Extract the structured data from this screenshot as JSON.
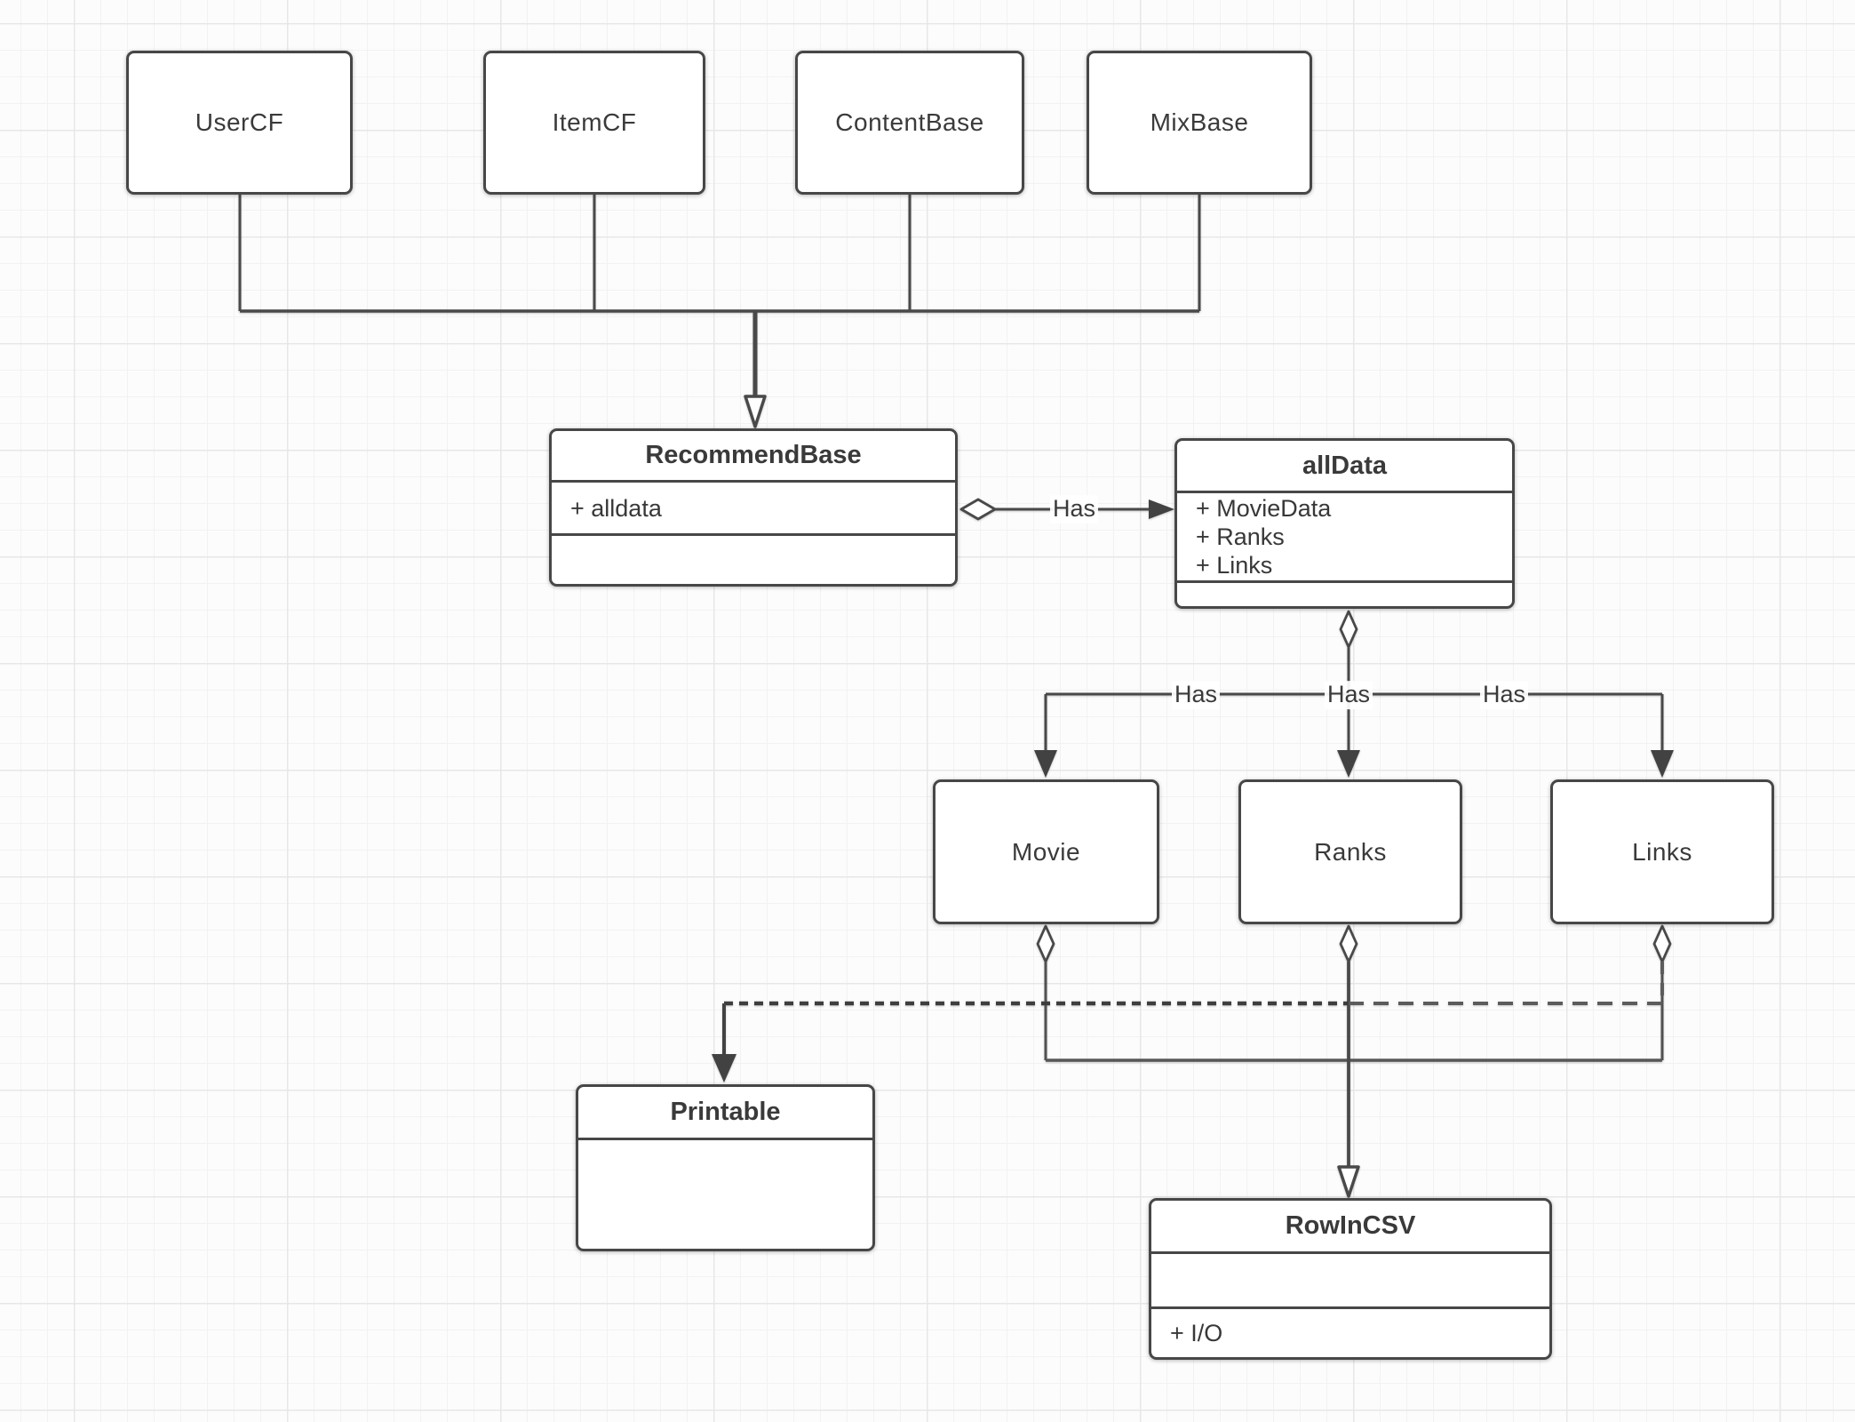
{
  "boxes": {
    "usercf": {
      "label": "UserCF"
    },
    "itemcf": {
      "label": "ItemCF"
    },
    "contentbase": {
      "label": "ContentBase"
    },
    "mixbase": {
      "label": "MixBase"
    },
    "recommendbase": {
      "title": "RecommendBase",
      "attrs": [
        "+ alldata"
      ]
    },
    "alldata": {
      "title": "allData",
      "attrs": [
        "+ MovieData",
        "+ Ranks",
        "+ Links"
      ]
    },
    "movie": {
      "label": "Movie"
    },
    "ranks": {
      "label": "Ranks"
    },
    "links": {
      "label": "Links"
    },
    "printable": {
      "title": "Printable"
    },
    "rowincsv": {
      "title": "RowInCSV",
      "attrs": [
        "+ I/O"
      ]
    }
  },
  "edge_labels": {
    "recommendbase_alldata": "Has",
    "alldata_movie": "Has",
    "alldata_ranks": "Has",
    "alldata_links": "Has"
  },
  "colors": {
    "stroke": "#494949",
    "arrow_fill": "#424242",
    "text": "#3a3a3a",
    "box_fill": "#ffffff",
    "canvas_background": "#fcfcfc",
    "grid_minor": "#f2f2f2",
    "grid_major": "#e7e7e7"
  }
}
